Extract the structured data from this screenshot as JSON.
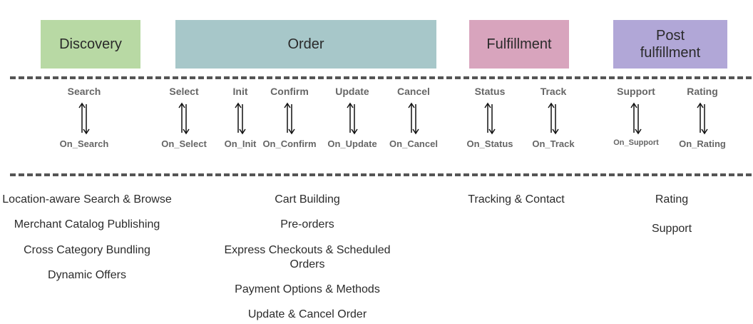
{
  "phases": {
    "discovery": {
      "label": "Discovery",
      "color": "#b8d9a4"
    },
    "order": {
      "label": "Order",
      "color": "#a7c7c9"
    },
    "fulfillment": {
      "label": "Fulfillment",
      "color": "#d8a4bd"
    },
    "post": {
      "label_line1": "Post",
      "label_line2": "fulfillment",
      "color": "#b1a7d7"
    }
  },
  "apis": [
    {
      "request": "Search",
      "response": "On_Search"
    },
    {
      "request": "Select",
      "response": "On_Select"
    },
    {
      "request": "Init",
      "response": "On_Init"
    },
    {
      "request": "Confirm",
      "response": "On_Confirm"
    },
    {
      "request": "Update",
      "response": "On_Update"
    },
    {
      "request": "Cancel",
      "response": "On_Cancel"
    },
    {
      "request": "Status",
      "response": "On_Status"
    },
    {
      "request": "Track",
      "response": "On_Track"
    },
    {
      "request": "Support",
      "response": "On_Support"
    },
    {
      "request": "Rating",
      "response": "On_Rating"
    }
  ],
  "features": {
    "discovery": [
      "Location-aware Search & Browse",
      "Merchant Catalog Publishing",
      "Cross Category Bundling",
      "Dynamic Offers"
    ],
    "order": [
      "Cart Building",
      "Pre-orders",
      "Express Checkouts & Scheduled Orders",
      "Payment Options & Methods",
      "Update & Cancel Order"
    ],
    "fulfillment": [
      "Tracking & Contact"
    ],
    "post": [
      "Rating",
      "Support"
    ]
  },
  "icons": {
    "exchange": "up-down-arrows-icon"
  }
}
